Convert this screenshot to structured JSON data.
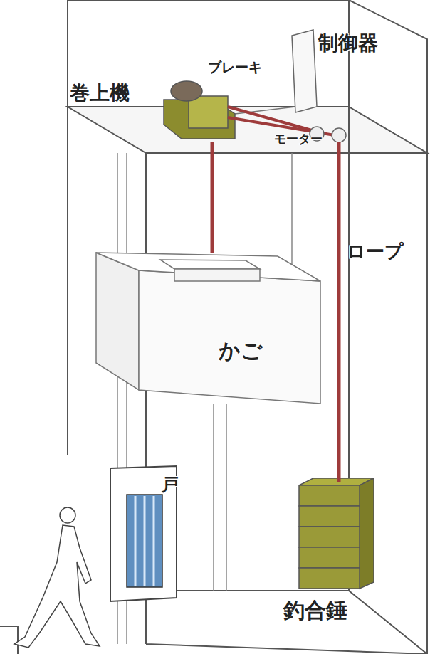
{
  "diagram": {
    "nodes": [
      {
        "text": [
          "巻上機"
        ]
      },
      {
        "text": [
          "かご"
        ]
      },
      {
        "text": [
          "戸"
        ]
      },
      {
        "text": [
          "釣合錘"
        ]
      }
    ],
    "edges": [
      {
        "from": 0,
        "to": 1,
        "arrow": "none"
      },
      {
        "from": 0,
        "to": 3,
        "label": "ロープ",
        "arrow": "none"
      }
    ],
    "labels": [
      "制御器",
      "ブレーキ",
      "モーター"
    ]
  }
}
